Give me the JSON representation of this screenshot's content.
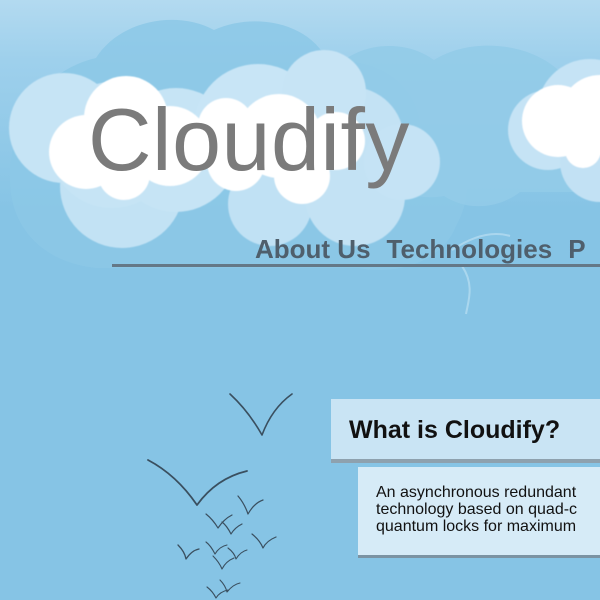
{
  "header": {
    "site_title": "Cloudify",
    "nav": [
      {
        "label": "About Us"
      },
      {
        "label": "Technologies"
      },
      {
        "label": "P"
      }
    ]
  },
  "main": {
    "section_title": "What is Cloudify?",
    "description_lines": [
      "An asynchronous redundant",
      "technology based on quad-c",
      "quantum locks for maximum"
    ]
  },
  "colors": {
    "sky_light": "#b3daf0",
    "sky_main": "#86c4e5",
    "cloud": "#ffffff",
    "title_gray": "#7b7b7b",
    "nav_gray": "#4f5f6c",
    "panel": "#c9e4f4"
  },
  "decor": {
    "clouds": "cloud-cluster",
    "birds": "flying-birds-icon"
  }
}
